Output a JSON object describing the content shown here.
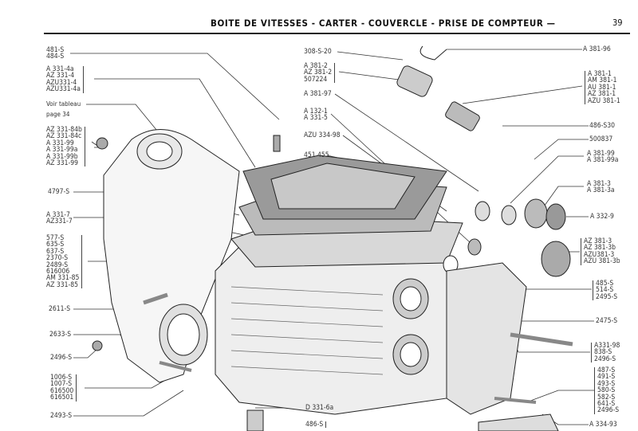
{
  "header": {
    "title": "BOITE DE VITESSES - CARTER - COUVERCLE - PRISE DE COMPTEUR —",
    "page_number": "39"
  },
  "left": {
    "g1": [
      "481-S",
      "484-S"
    ],
    "g2": [
      "A 331-4a",
      "AZ 331-4",
      "AZU331-4",
      "AZU331-4a"
    ],
    "note": [
      "Voir tableau",
      "page 34"
    ],
    "g3": [
      "AZ 331-84b",
      "AZ 331-84c",
      "A 331-99",
      "A 331-99a",
      "A 331-99b",
      "AZ 331-99"
    ],
    "g4": [
      "4797-S"
    ],
    "g5": [
      "A 331-7",
      "AZ331-7"
    ],
    "g6": [
      "577-S",
      "635-S",
      "637-S",
      "2370-S",
      "2489-S",
      "616006",
      "AM 331-85",
      "AZ 331-85"
    ],
    "g7": [
      "2611-S"
    ],
    "g8": [
      "2633-S"
    ],
    "g9": [
      "2496-S"
    ],
    "g10": [
      "1006-S",
      "1007-S",
      "616500",
      "616501"
    ],
    "g11": [
      "2493-S"
    ]
  },
  "middle": {
    "g1": [
      "308-S-20"
    ],
    "g2": [
      "A 381-2",
      "AZ 381-2",
      "507224"
    ],
    "g3": [
      "A 381-97"
    ],
    "g4": [
      "A 132-1",
      "A 331-5"
    ],
    "g5": [
      "AZU 334-98"
    ],
    "g6": [
      "451 455"
    ],
    "g7": [
      "D 331-6a"
    ],
    "g8": [
      "486-S"
    ]
  },
  "right": {
    "g1": [
      "A 381-96"
    ],
    "g2": [
      "A 381-1",
      "AM 381-1",
      "AU 381-1",
      "AZ 381-1",
      "AZU 381-1"
    ],
    "g3": [
      "486-S30"
    ],
    "g4": [
      "500837"
    ],
    "g5": [
      "A 381-99",
      "A 381-99a"
    ],
    "g6": [
      "A 381-3",
      "A 381-3a"
    ],
    "g7": [
      "A 332-9"
    ],
    "g8": [
      "AZ 381-3",
      "AZ 381-3b",
      "AZU381-3",
      "AZU 381-3b"
    ],
    "g9": [
      "485-S",
      "514-S",
      "2495-S"
    ],
    "g10": [
      "2475-S"
    ],
    "g11": [
      "A331-98",
      "838-S",
      "2496-S"
    ],
    "g12": [
      "487-S",
      "491-S",
      "493-S",
      "580-S",
      "582-S",
      "641-S",
      "2496-S"
    ],
    "g13": [
      "A 334-93"
    ]
  }
}
